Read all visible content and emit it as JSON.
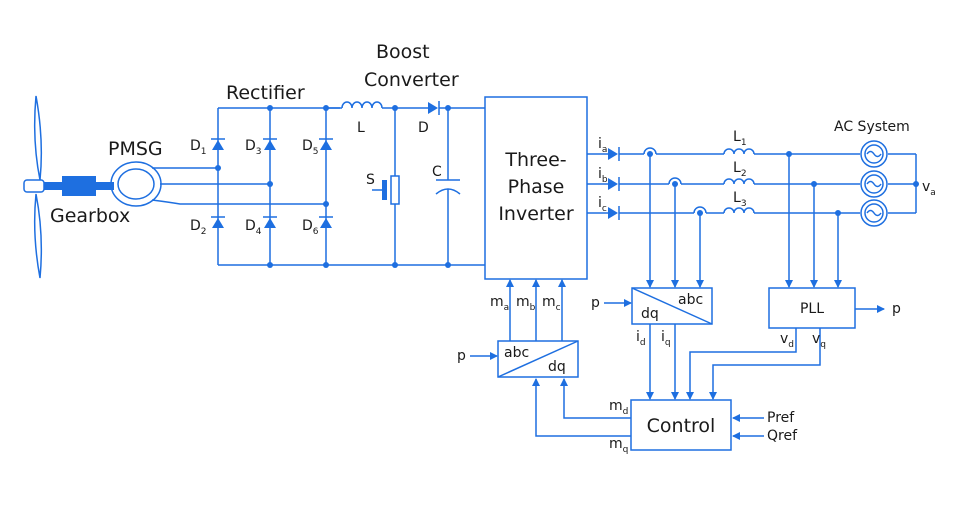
{
  "labels": {
    "boost_line1": "Boost",
    "boost_line2": "Converter",
    "rectifier": "Rectifier",
    "pmsg": "PMSG",
    "gearbox": "Gearbox",
    "ac_system": "AC System",
    "inverter_line1": "Three-",
    "inverter_line2": "Phase",
    "inverter_line3": "Inverter",
    "control": "Control",
    "pll": "PLL",
    "pref": "Pref",
    "qref": "Qref",
    "p": "p",
    "L": "L",
    "D": "D",
    "S": "S",
    "C": "C",
    "abc": "abc",
    "dq": "dq"
  },
  "diodes": [
    {
      "name": "D",
      "sub": "1"
    },
    {
      "name": "D",
      "sub": "2"
    },
    {
      "name": "D",
      "sub": "3"
    },
    {
      "name": "D",
      "sub": "4"
    },
    {
      "name": "D",
      "sub": "5"
    },
    {
      "name": "D",
      "sub": "6"
    }
  ],
  "line_inductors": [
    {
      "name": "L",
      "sub": "1"
    },
    {
      "name": "L",
      "sub": "2"
    },
    {
      "name": "L",
      "sub": "3"
    }
  ],
  "currents": [
    {
      "name": "i",
      "sub": "a"
    },
    {
      "name": "i",
      "sub": "b"
    },
    {
      "name": "i",
      "sub": "c"
    }
  ],
  "modulation": [
    {
      "name": "m",
      "sub": "a"
    },
    {
      "name": "m",
      "sub": "b"
    },
    {
      "name": "m",
      "sub": "c"
    }
  ],
  "dq_currents": [
    {
      "name": "i",
      "sub": "d"
    },
    {
      "name": "i",
      "sub": "q"
    }
  ],
  "dq_voltages": [
    {
      "name": "v",
      "sub": "d"
    },
    {
      "name": "v",
      "sub": "q"
    }
  ],
  "control_outputs": [
    {
      "name": "m",
      "sub": "d"
    },
    {
      "name": "m",
      "sub": "q"
    }
  ],
  "grid_voltage": {
    "name": "v",
    "sub": "a"
  }
}
